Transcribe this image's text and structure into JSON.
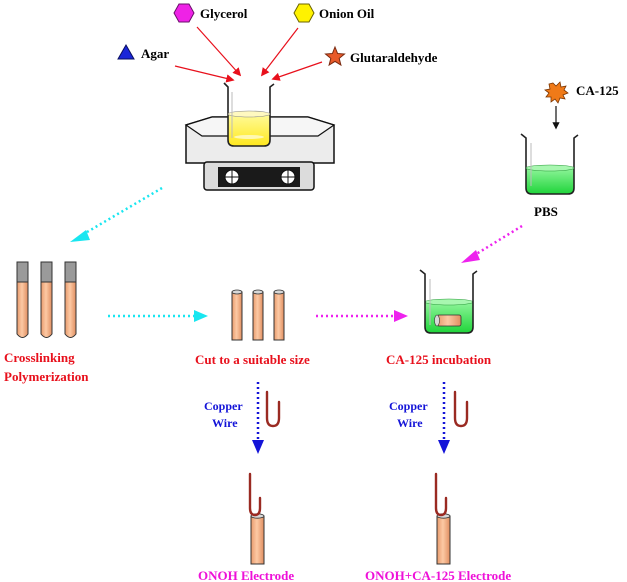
{
  "reagents": {
    "glycerol": "Glycerol",
    "onion_oil": "Onion Oil",
    "agar": "Agar",
    "glutaraldehyde": "Glutaraldehyde"
  },
  "analyte": "CA-125",
  "buffer": "PBS",
  "steps": {
    "crosslinking_line1": "Crosslinking",
    "crosslinking_line2": "Polymerization",
    "cut": "Cut to a suitable size",
    "incubation": "CA-125 incubation"
  },
  "wire_labels": {
    "left_line1": "Copper",
    "left_line2": "Wire",
    "right_line1": "Copper",
    "right_line2": "Wire"
  },
  "electrodes": {
    "onoh": "ONOH Electrode",
    "onoh_ca125": "ONOH+CA-125 Electrode"
  },
  "colors": {
    "label_red": "#e8101c",
    "label_magenta": "#ee10d8",
    "wire_blue": "#1414d8",
    "cyan_arrow": "#19e6f0",
    "magenta_arrow": "#ee22ee",
    "gel": "#f5b48a",
    "copper": "#9a2a22",
    "yellow_liquid": "#fff23a",
    "green_liquid": "#2fe04a"
  }
}
